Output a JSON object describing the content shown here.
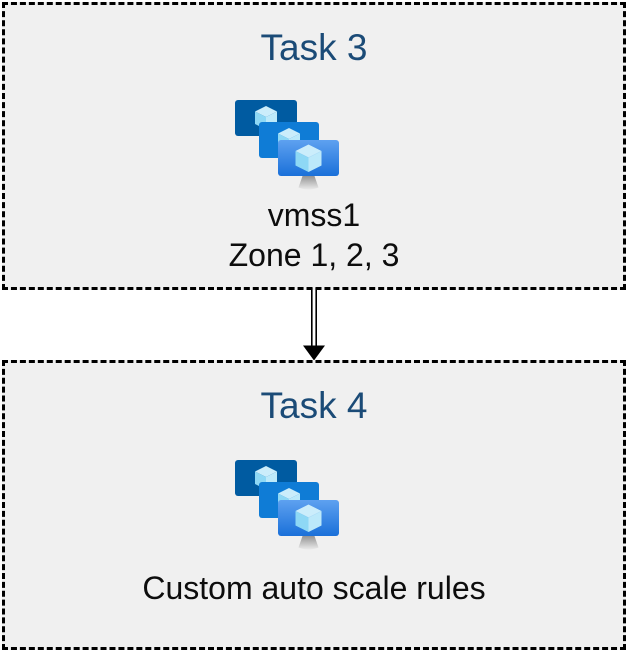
{
  "tasks": [
    {
      "title": "Task 3",
      "icon": "vm-scale-sets-icon",
      "line1": "vmss1",
      "line2": "Zone 1, 2, 3"
    },
    {
      "title": "Task 4",
      "icon": "vm-scale-sets-icon",
      "line1": "Custom auto scale rules"
    }
  ],
  "connector": {
    "type": "double-line-arrow",
    "direction": "down"
  },
  "colors": {
    "title_text": "#1b4b77",
    "body_text": "#0d0d0d",
    "box_fill": "#f0f0f0",
    "box_border": "#000000",
    "page_background": "#ffffff",
    "monitor_back": "#005ba1",
    "monitor_middle": "#0f7cd6",
    "monitor_front_top": "#5ea1f0",
    "monitor_front_bottom": "#1a70d9",
    "cube_top": "#cbedfb",
    "cube_left": "#8ed8f5",
    "cube_right": "#bce9fa",
    "stand_top": "#949494",
    "stand_bottom": "#ebebeb"
  }
}
